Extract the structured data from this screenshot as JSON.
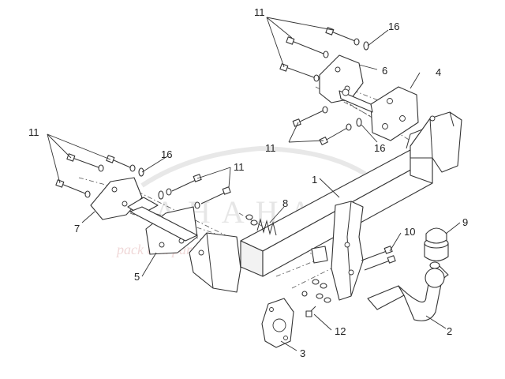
{
  "diagram": {
    "callouts": {
      "c1": "1",
      "c2": "2",
      "c3": "3",
      "c4": "4",
      "c5": "5",
      "c6": "6",
      "c7": "7",
      "c8": "8",
      "c9": "9",
      "c10": "10",
      "c11a": "11",
      "c11b": "11",
      "c11c": "11",
      "c11d": "11",
      "c12": "12",
      "c16a": "16",
      "c16b": "16",
      "c16c": "16"
    },
    "watermark": {
      "brand": "AHAHA",
      "tagline": "pack and parts"
    }
  }
}
